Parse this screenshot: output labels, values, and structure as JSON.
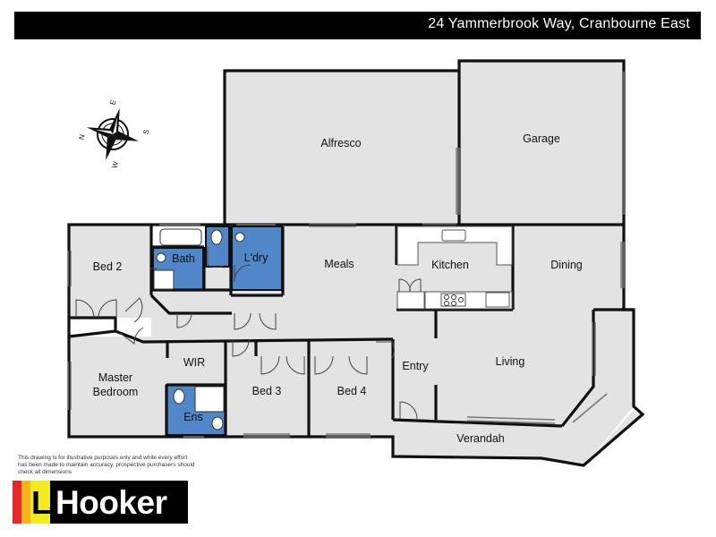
{
  "header": {
    "address": "24 Yammerbrook Way, Cranbourne East"
  },
  "rooms": {
    "alfresco": "Alfresco",
    "garage": "Garage",
    "bed2": "Bed 2",
    "bath": "Bath",
    "laundry": "L'dry",
    "meals": "Meals",
    "kitchen": "Kitchen",
    "dining": "Dining",
    "wir": "WIR",
    "master_line1": "Master",
    "master_line2": "Bedroom",
    "ens": "Ens",
    "bed3": "Bed 3",
    "bed4": "Bed 4",
    "entry": "Entry",
    "living": "Living",
    "verandah": "Verandah"
  },
  "compass": {
    "n": "N",
    "e": "E",
    "s": "S",
    "w": "W"
  },
  "disclaimer": "This drawing is for illustrative purposes only and while every effort has been made to maintain accuracy, prospective purchasers should check all dimensions",
  "logo": {
    "mark": "LJ",
    "name": "Hooker"
  },
  "colors": {
    "wet_area": "#4f87c8",
    "floor": "#e3e3e3",
    "wall": "#111111",
    "header": "#000000"
  }
}
